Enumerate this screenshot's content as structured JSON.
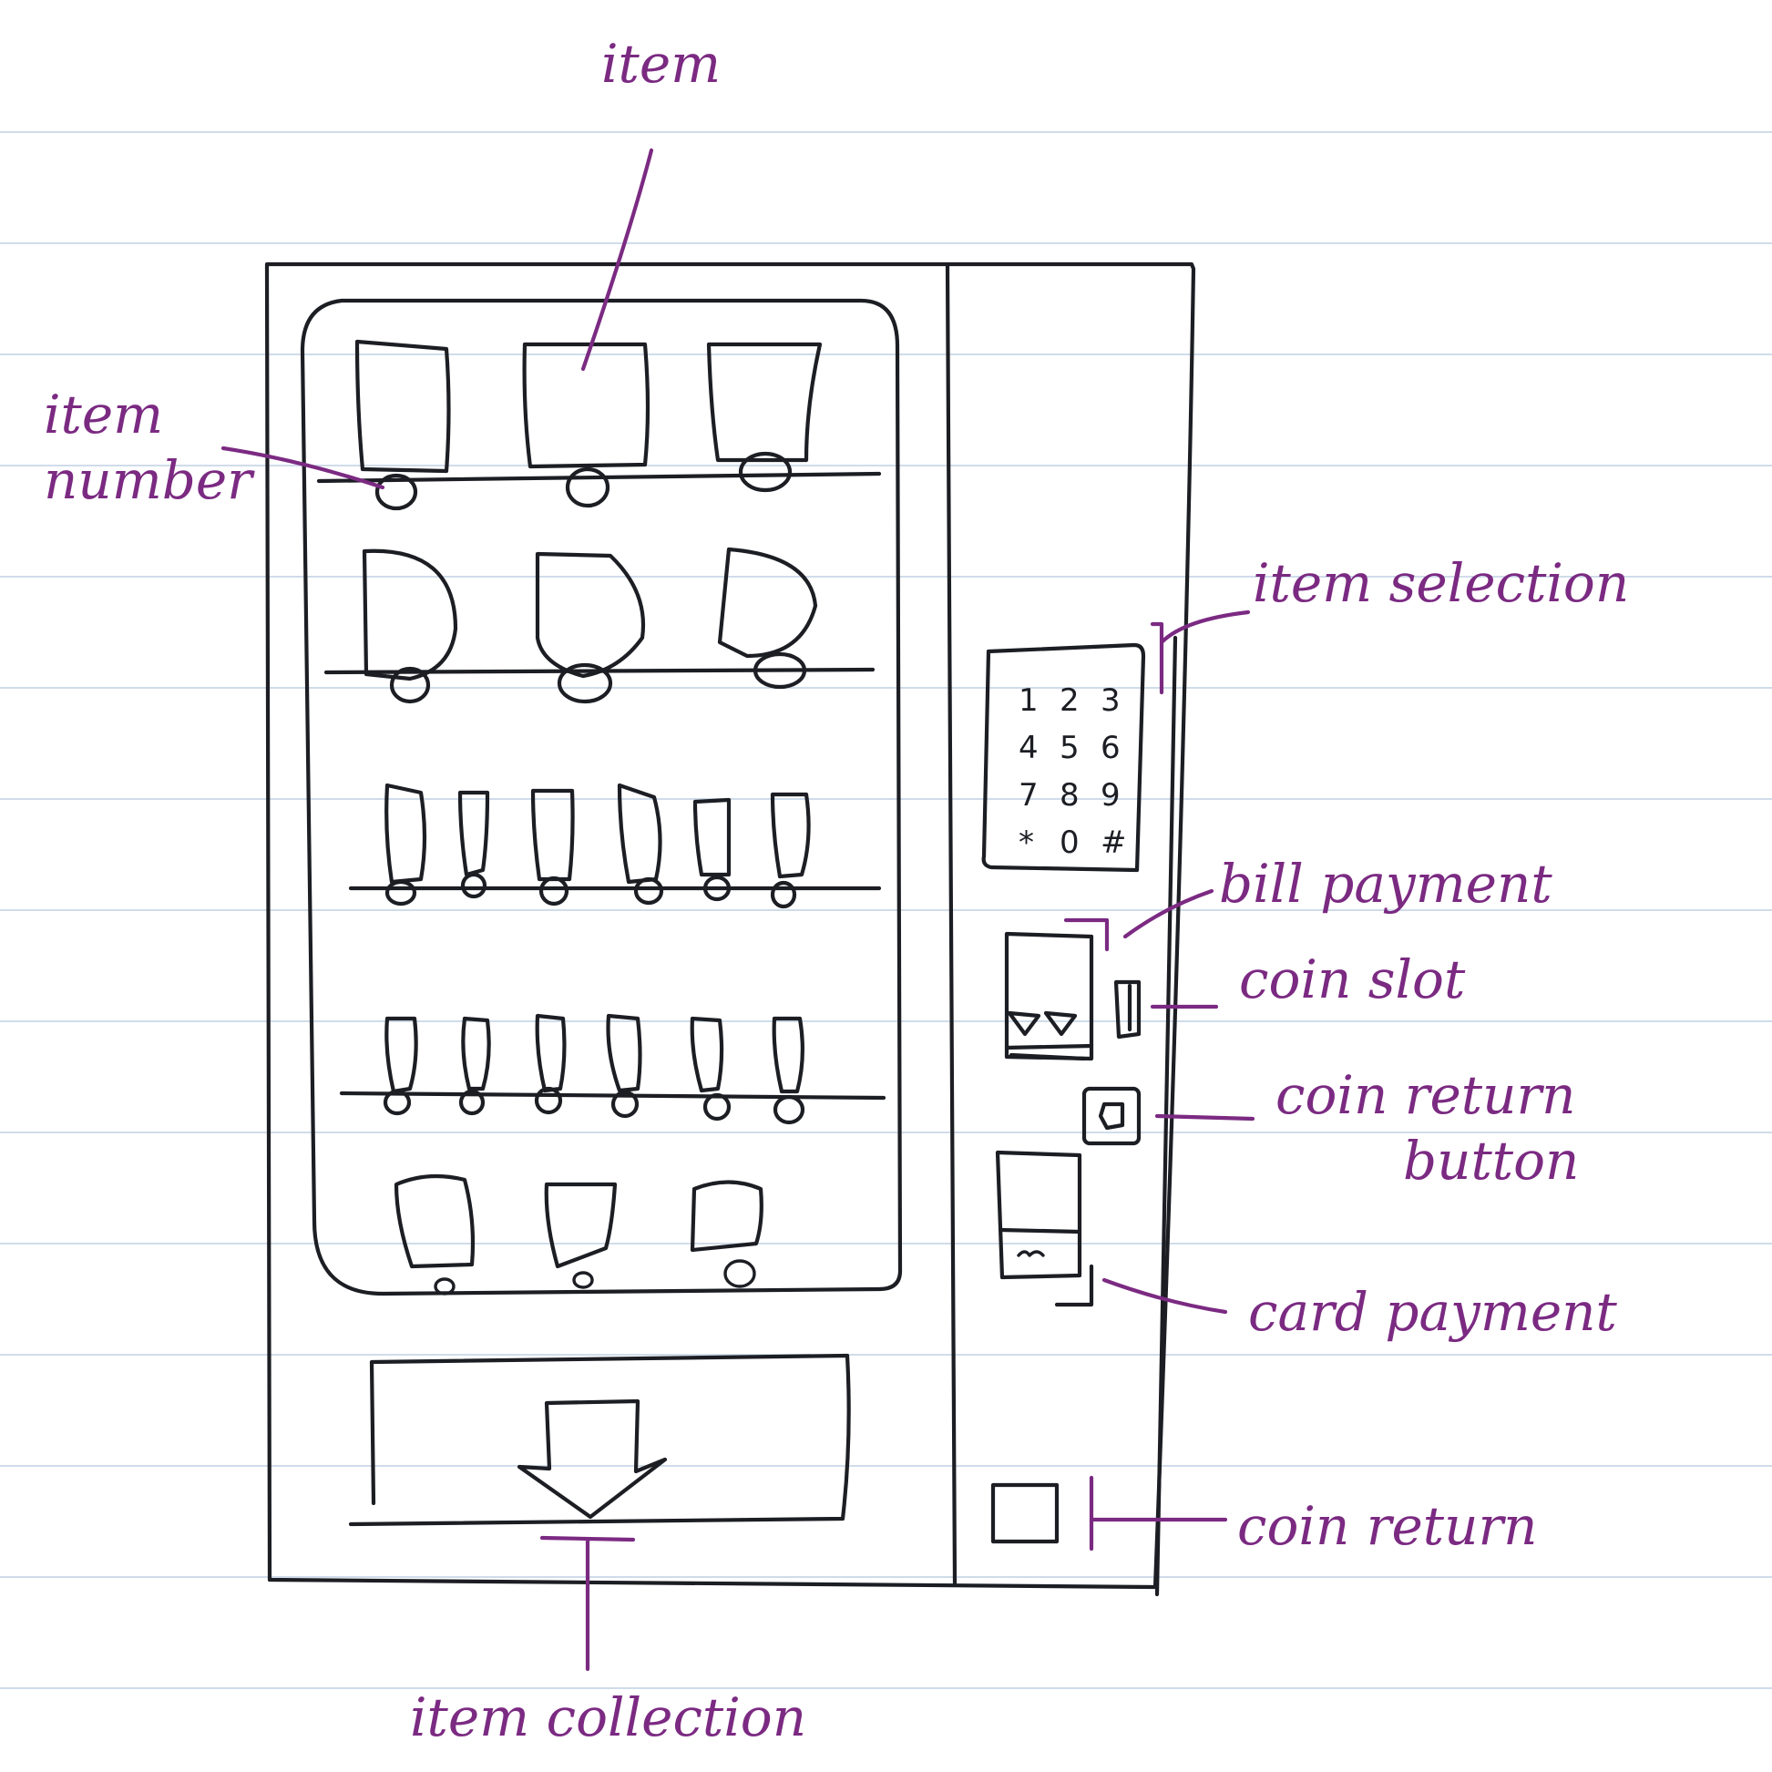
{
  "annotations": {
    "item": "item",
    "item_number": "item number",
    "item_selection": "item selection",
    "bill_payment": "bill payment",
    "coin_slot": "coin slot",
    "coin_return_button": "coin return button",
    "card_payment": "card payment",
    "coin_return": "coin return",
    "item_collection": "item collection"
  },
  "keypad": {
    "keys": [
      "1",
      "2",
      "3",
      "4",
      "5",
      "6",
      "7",
      "8",
      "9",
      "*",
      "0",
      "#"
    ]
  },
  "colors": {
    "ink": "#1c1e24",
    "annotation": "#7b2a82",
    "paper_rule": "#cfdcea"
  }
}
